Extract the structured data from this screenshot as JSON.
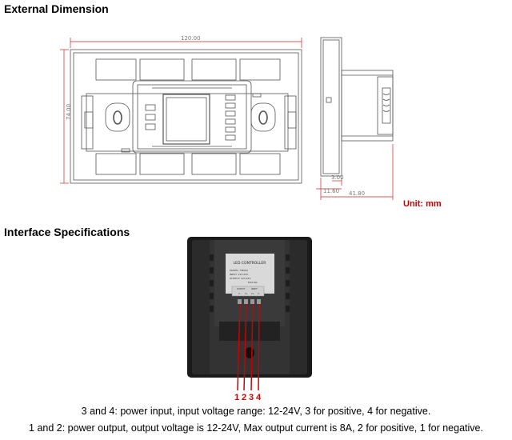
{
  "headings": {
    "external_dimension": "External Dimension",
    "interface_specifications": "Interface Specifications"
  },
  "dimensions": {
    "width": "120.00",
    "height": "74.00",
    "depth_a": "3.00",
    "depth_b": "11.60",
    "depth_total": "41.80"
  },
  "unit_label": "Unit: mm",
  "product_label": {
    "title": "LED CONTROLLER",
    "model": "MODEL: TM00X",
    "input": "INPUT: 12V-24V",
    "output": "OUTPUT: 12V-24V",
    "max": "MAX:8A"
  },
  "terminals": {
    "output_label": "OUTPUT",
    "input_label": "INPUT",
    "pins": [
      "1",
      "2",
      "3",
      "4"
    ],
    "pin_marks": [
      "V-",
      "V+",
      "V+",
      "V-"
    ]
  },
  "descriptions": [
    "3 and 4: power input, input voltage range: 12-24V, 3 for positive, 4 for negative.",
    "1 and 2: power output, output voltage is 12-24V, Max output current is 8A, 2 for positive, 1 for negative."
  ],
  "colors": {
    "dimension_line": "#cc2222",
    "unit_text": "#cc0000",
    "device_body": "#1c1c1c"
  }
}
